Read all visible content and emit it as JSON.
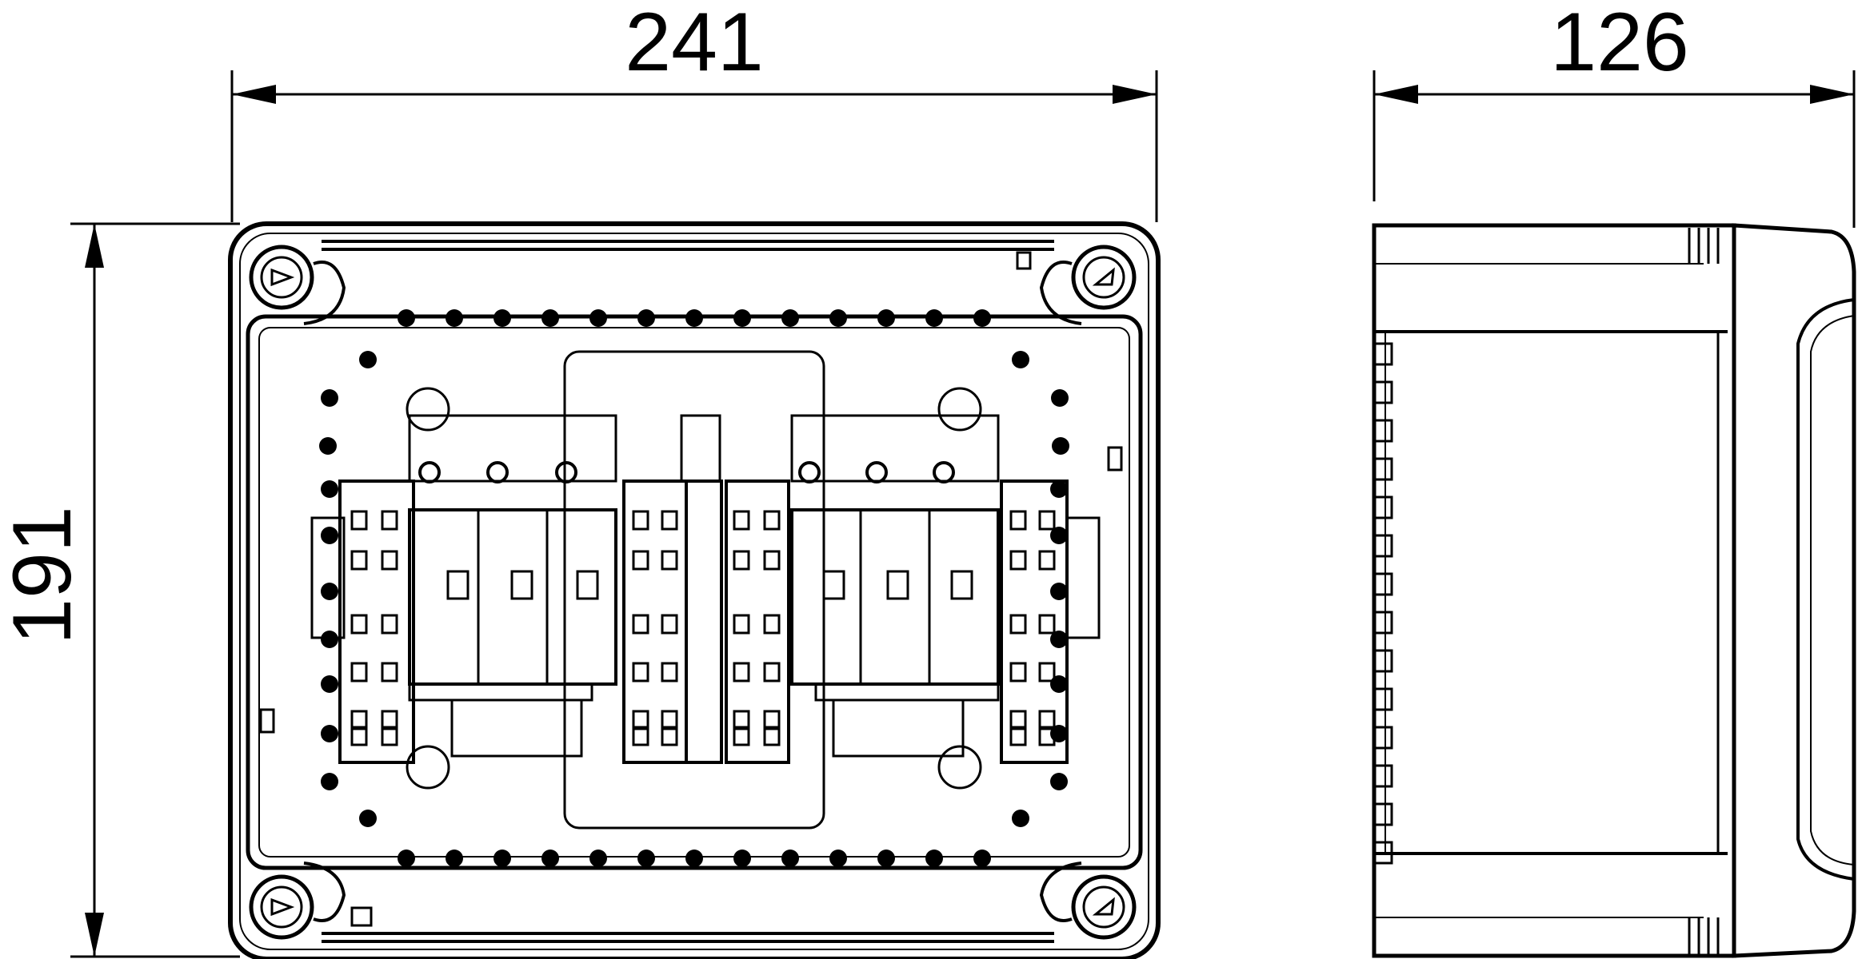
{
  "dimensions": {
    "width": "241",
    "height": "191",
    "depth": "126"
  },
  "colors": {
    "line": "#000000",
    "background": "#ffffff"
  },
  "icons": [
    "screw-icon",
    "terminal-block-icon",
    "switch-module-icon",
    "spd-module-icon"
  ]
}
